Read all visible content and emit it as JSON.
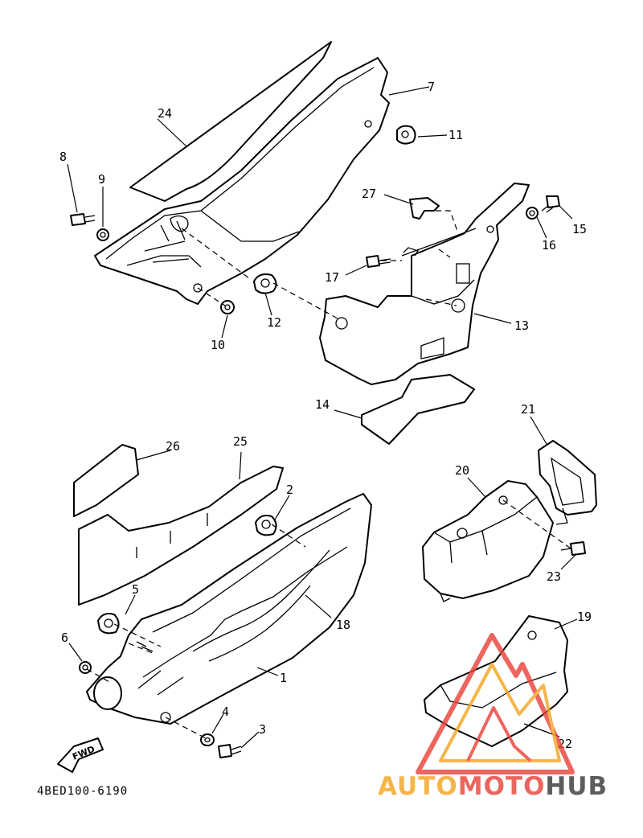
{
  "diagram": {
    "code": "4BED100-6190",
    "fwd_label": "FWD",
    "callouts": {
      "c1": "1",
      "c2": "2",
      "c3": "3",
      "c4": "4",
      "c5": "5",
      "c6": "6",
      "c7": "7",
      "c8": "8",
      "c9": "9",
      "c10": "10",
      "c11": "11",
      "c12": "12",
      "c13": "13",
      "c14": "14",
      "c15": "15",
      "c16": "16",
      "c17": "17",
      "c18": "18",
      "c19": "19",
      "c20": "20",
      "c21": "21",
      "c22": "22",
      "c23": "23",
      "c24": "24",
      "c25": "25",
      "c26": "26",
      "c27": "27"
    }
  },
  "watermark": {
    "part1": "AUTO",
    "part2": "MOTO",
    "part3": "HUB",
    "colors": {
      "orange": "#f5a623",
      "red": "#e8453c",
      "dark": "#3a3a3a"
    },
    "logo": "triangle-logo"
  }
}
